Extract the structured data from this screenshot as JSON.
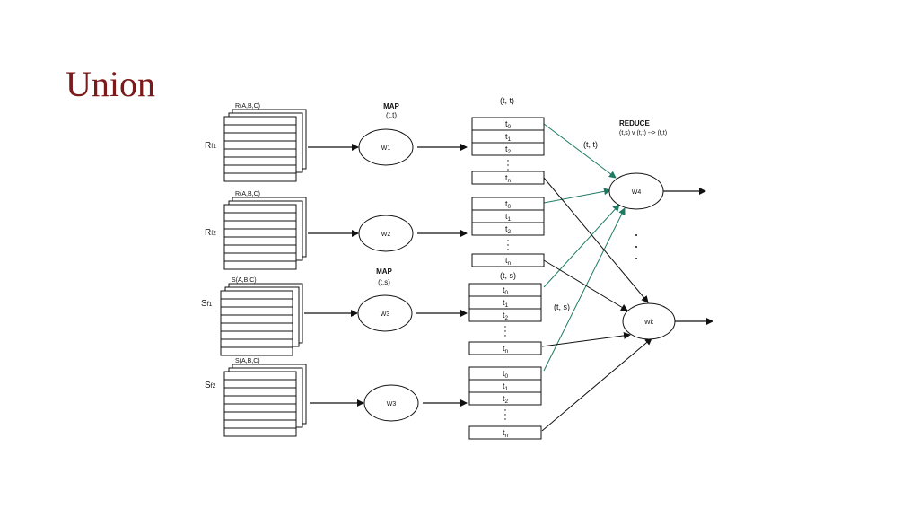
{
  "slide": {
    "title": "Union"
  },
  "inputs": [
    {
      "label": "R",
      "sub": "f1",
      "schema": "R(A,B,C)",
      "worker": "W1"
    },
    {
      "label": "R",
      "sub": "f2",
      "schema": "R(A,B,C)",
      "worker": "W2"
    },
    {
      "label": "S",
      "sub": "f1",
      "schema": "S(A,B,C)",
      "worker": "W3"
    },
    {
      "label": "S",
      "sub": "f2",
      "schema": "S(A,B,C)",
      "worker": "W3"
    }
  ],
  "map_labels": [
    {
      "title": "MAP",
      "pair": "(t,t)"
    },
    {
      "title": "MAP",
      "pair": "(t,s)"
    }
  ],
  "group_labels": {
    "top": "(t, t)",
    "mid": "(t, s)"
  },
  "tuple_subs": [
    "0",
    "1",
    "2",
    "n"
  ],
  "edge_labels": {
    "tt": "(t, t)",
    "ts": "(t, s)"
  },
  "reduce": {
    "title": "REDUCE",
    "rule": "(t,s) v (t,t)  --> (t,t)"
  },
  "reducers": [
    "W4",
    "Wk"
  ],
  "colors": {
    "title": "#7a1a1a",
    "green": "#1f7a64",
    "line": "#111111"
  }
}
